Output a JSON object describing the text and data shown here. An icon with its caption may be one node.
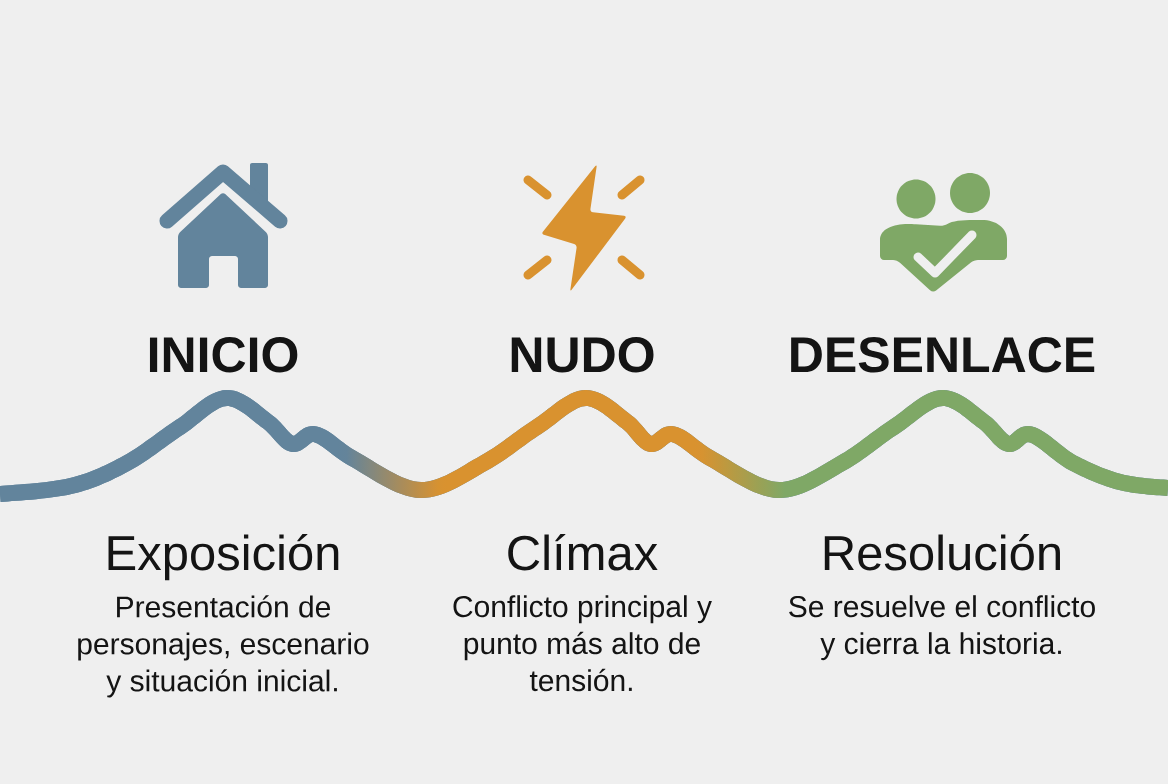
{
  "diagram": {
    "nodes": [
      {
        "text": [],
        "shape": "wave"
      }
    ],
    "labels": [
      "INICIO",
      "NUDO",
      "DESENLACE",
      "Exposición",
      "Clímax",
      "Resolución",
      "Presentación de personajes, escenario y situación inicial.",
      "Conflicto principal y punto más alto de tensión.",
      "Se resuelve el conflicto y cierra la historia."
    ]
  }
}
